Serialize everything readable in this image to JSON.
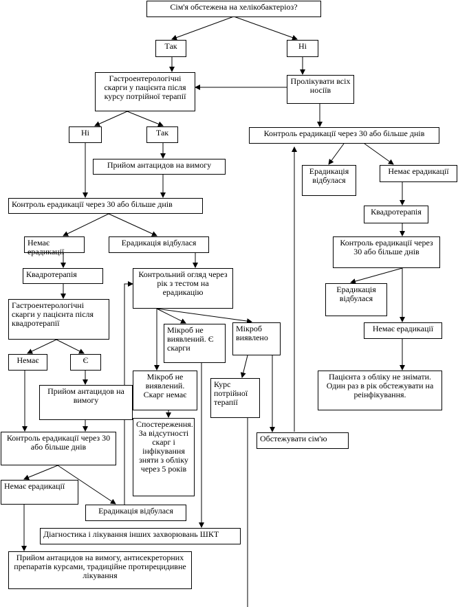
{
  "nodes": {
    "n01": "Сім'я  обстежена на хелікобактеріоз?",
    "n02": "Так",
    "n03": "Ні",
    "n04": "Гастроентерологічні скарги у пацієнта після курсу потрійної терапії",
    "n05": "Пролікувати всіх носіїв",
    "n06": "Ні",
    "n07": "Так",
    "n08": "Контроль ерадикації через 30 або більше днів",
    "n09": "Прийом антацидов на вимогу",
    "n10": "Ерадикація відбулася",
    "n11": "Немає ерадикації",
    "n12": "Контроль ерадикації через 30 або більше днів",
    "n13": "Квадротерапія",
    "n14": "Немає ерадикації",
    "n15": "Ерадикація відбулася",
    "n16": "Контроль ерадикації через 30 або більше днів",
    "n17": "Квадротерапія",
    "n18": "Контрольний огляд через рік з тестом на ерадикацію",
    "n19": "Ерадикація відбулася",
    "n20": "Гастроентерологічні скарги у пацієнта після квадротерапії",
    "n21": "Мікроб не виявлений. Є скарги",
    "n22": "Мікроб виявлено",
    "n23": "Немає ерадикації",
    "n24": "Немає",
    "n25": "Є",
    "n26": "Мікроб не виявлений. Скарг немає",
    "n27": "Курс потрійної терапії",
    "n28": "Пацієнта з обліку не знімати. Один раз в рік обстежувати на реінфікування.",
    "n29": "Прийом антацидов на вимогу",
    "n30": "Спостереження. За відсутності скарг і інфікування зняти з обліку через 5 років",
    "n31": "Контроль ерадикації через 30 або більше днів",
    "n32": "Обстежувати сім'ю",
    "n33": "Немає ерадикації",
    "n34": "Ерадикація відбулася",
    "n35": "Діагностика і лікування інших захворювань ШКТ",
    "n36": "Прийом антацидов на вимогу, антисекреторних препаратів курсами, традиційне протирецидивне лікування"
  }
}
